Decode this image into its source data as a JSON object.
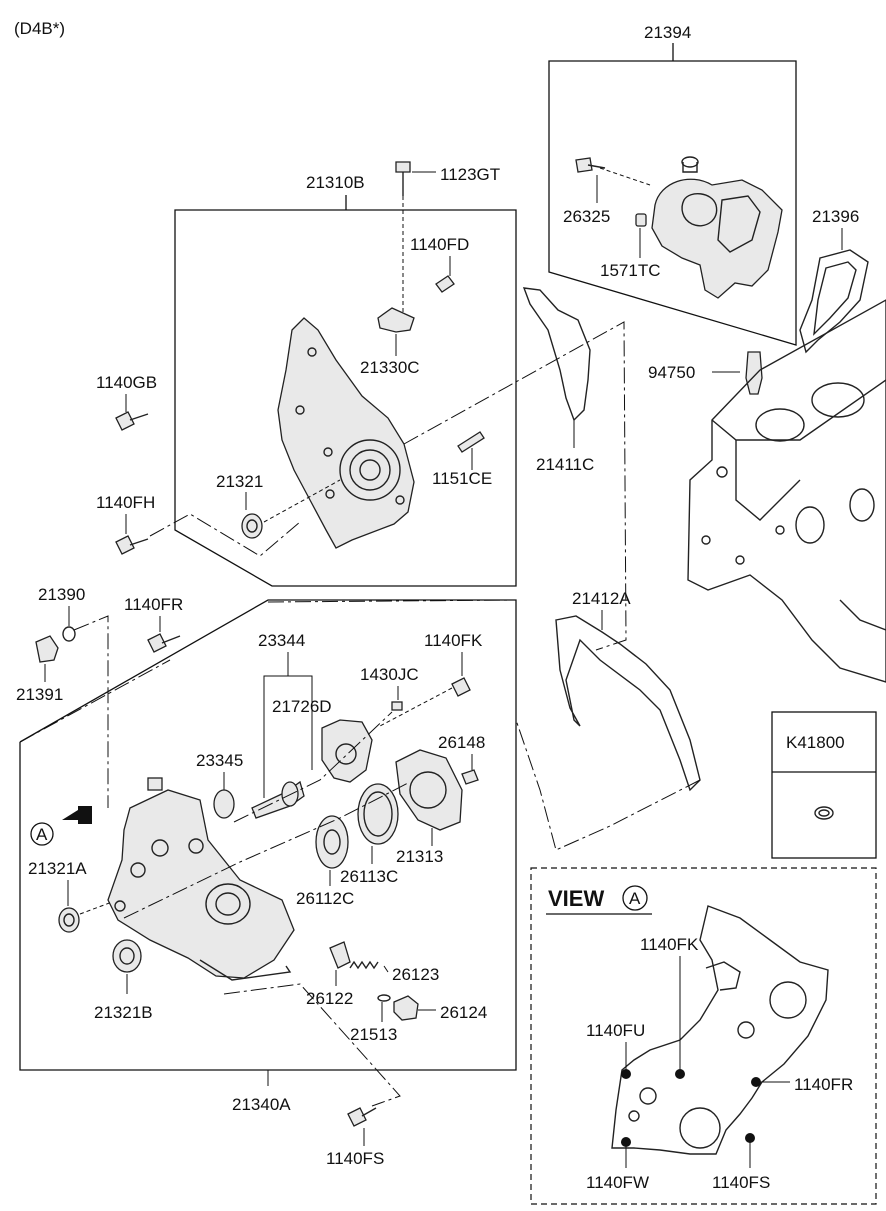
{
  "header": {
    "engine_code": "(D4B*)"
  },
  "parts": {
    "p21394": "21394",
    "p26325": "26325",
    "p1571TC": "1571TC",
    "p21396": "21396",
    "p94750": "94750",
    "p21310B": "21310B",
    "p1123GT": "1123GT",
    "p1140FD": "1140FD",
    "p21330C": "21330C",
    "p1140GB": "1140GB",
    "p21321": "21321",
    "p1151CE": "1151CE",
    "p21411C": "21411C",
    "p1140FH": "1140FH",
    "p21390": "21390",
    "p21391": "21391",
    "p1140FR": "1140FR",
    "p21412A": "21412A",
    "p23344": "23344",
    "p1140FK": "1140FK",
    "p1430JC": "1430JC",
    "p21726D": "21726D",
    "p23345": "23345",
    "p26148": "26148",
    "p21313": "21313",
    "p26113C": "26113C",
    "p26112C": "26112C",
    "p21321A": "21321A",
    "p21321B": "21321B",
    "p26123": "26123",
    "p26122": "26122",
    "p26124": "26124",
    "p21513": "21513",
    "p21340A": "21340A",
    "p1140FS": "1140FS"
  },
  "view_marker": "A",
  "k_box": {
    "code": "K41800"
  },
  "view_a": {
    "title": "VIEW",
    "marker": "A",
    "labels": {
      "fk": "1140FK",
      "fu": "1140FU",
      "fr": "1140FR",
      "fw": "1140FW",
      "fs": "1140FS"
    }
  }
}
